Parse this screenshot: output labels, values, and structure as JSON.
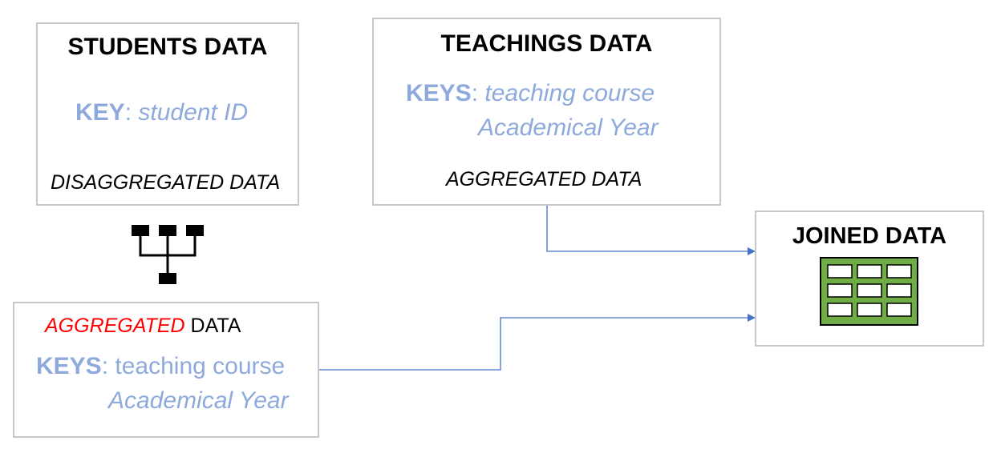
{
  "students": {
    "title": "STUDENTS DATA",
    "key_label": "KEY",
    "colon": ":",
    "key_value": "student ID",
    "note": "DISAGGREGATED DATA"
  },
  "teachings": {
    "title": "TEACHINGS DATA",
    "keys_label": "KEYS",
    "colon": ":",
    "key1": "teaching course",
    "key2": "Academical Year",
    "note": "AGGREGATED DATA"
  },
  "aggregated": {
    "title_highlight": "AGGREGATED",
    "title_rest": " DATA",
    "keys_label": "KEYS",
    "colon": ":",
    "key1": "teaching course",
    "key2": "Academical Year"
  },
  "joined": {
    "title": "JOINED DATA"
  },
  "colors": {
    "border": "#c8c8c8",
    "key_text": "#8ea9db",
    "arrow": "#4472c4",
    "highlight": "#ff0000",
    "table_fill": "#70ad47"
  },
  "icons": [
    "aggregation-tree-icon",
    "table-grid-icon"
  ]
}
